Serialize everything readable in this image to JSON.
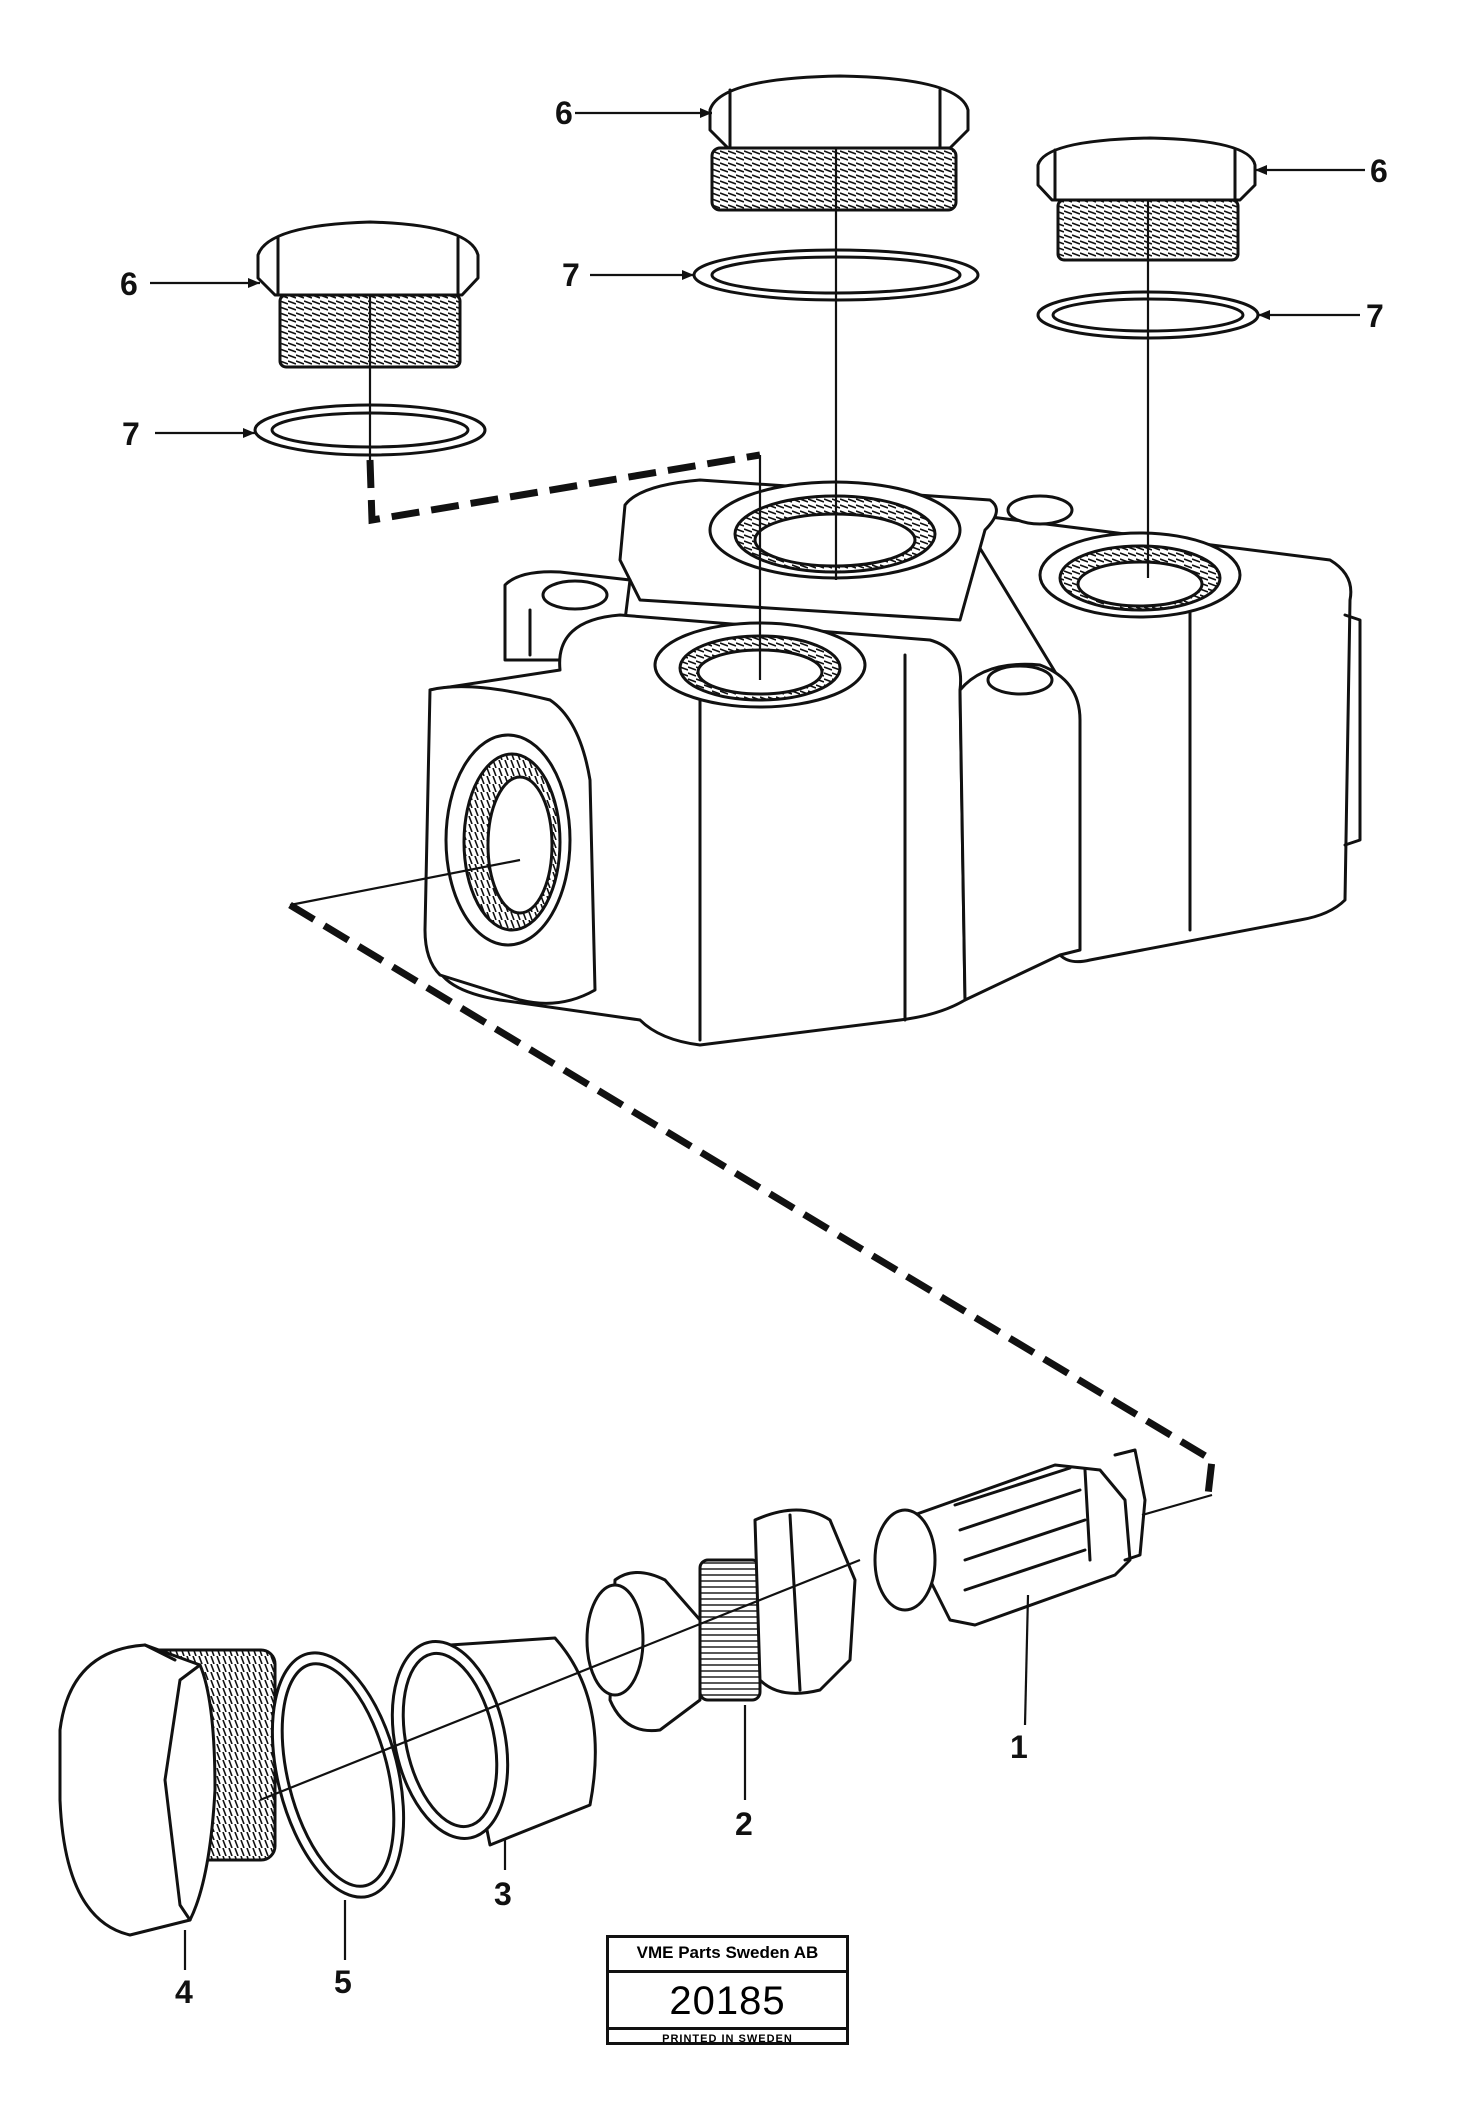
{
  "callouts": {
    "plug_top_center": "6",
    "plug_top_right": "6",
    "plug_top_left": "6",
    "seal_top_center": "7",
    "seal_top_right": "7",
    "seal_top_left": "7",
    "valve_cartridge": "1",
    "valve_piston": "2",
    "sleeve": "3",
    "plug_bottom": "4",
    "o_ring": "5"
  },
  "stamp": {
    "company": "VME Parts Sweden AB",
    "number": "20185",
    "printed": "PRINTED IN SWEDEN"
  }
}
